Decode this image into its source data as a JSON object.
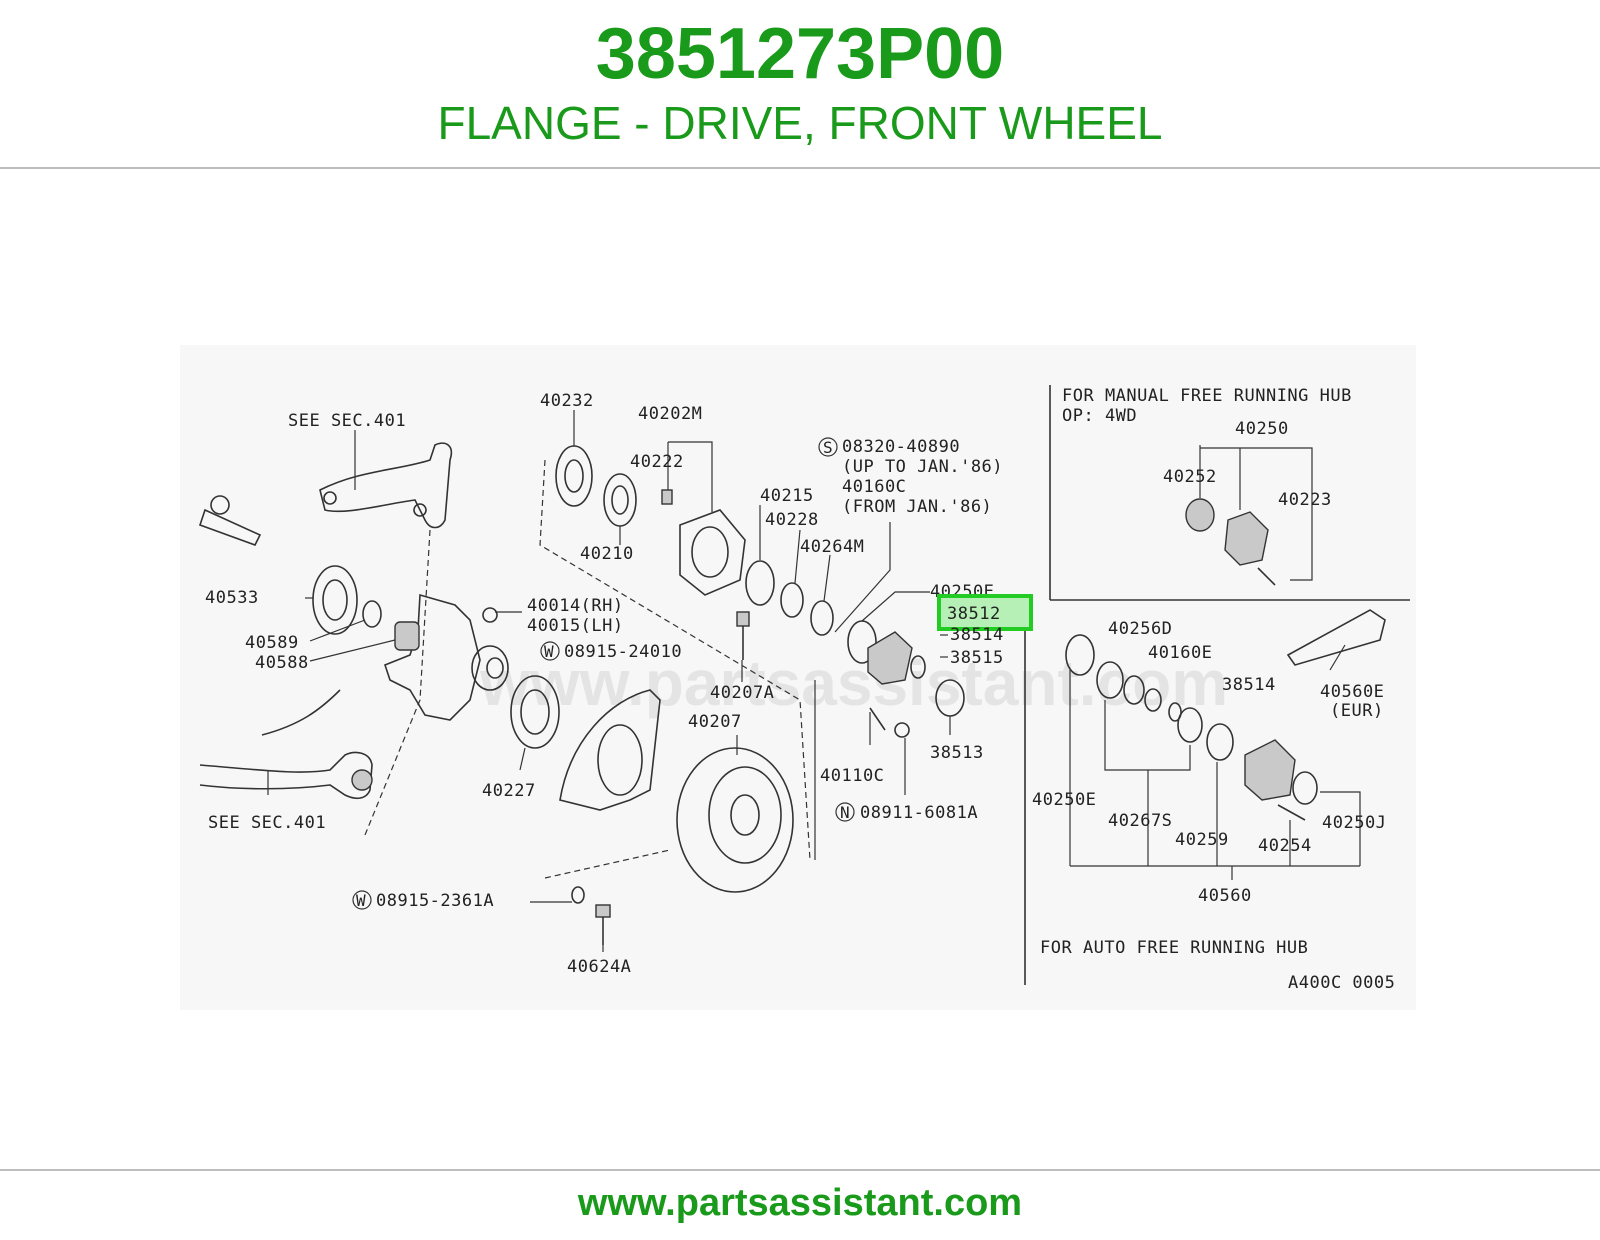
{
  "header": {
    "part_number": "3851273P00",
    "part_name": "FLANGE - DRIVE, FRONT WHEEL"
  },
  "footer": {
    "url": "www.partsassistant.com"
  },
  "diagram": {
    "watermark": "www.partsassistant.com",
    "drawing_code": "A400C 0005",
    "highlight_color": "#22cc22",
    "brand_color": "#1a9a1a",
    "sections": {
      "manual_hub": "FOR MANUAL FREE RUNNING HUB",
      "manual_hub_op": "OP: 4WD",
      "auto_hub": "FOR AUTO FREE RUNNING HUB"
    },
    "labels": {
      "see_sec_top": "SEE SEC.401",
      "see_sec_bottom": "SEE SEC.401",
      "p40232": "40232",
      "p40202m": "40202M",
      "p40222": "40222",
      "p40215": "40215",
      "p40228": "40228",
      "p40264m": "40264M",
      "p40210": "40210",
      "s08320": "08320-40890",
      "up_to_jan86": "(UP TO JAN.'86)",
      "p40160c": "40160C",
      "from_jan86": "(FROM JAN.'86)",
      "p40250e_top": "40250E",
      "p38512": "38512",
      "p38514_top": "38514",
      "p38515": "38515",
      "p40533": "40533",
      "p40014": "40014(RH)",
      "p40015": "40015(LH)",
      "p40589": "40589",
      "p40588": "40588",
      "w08915_24010": "08915-24010",
      "p40207a": "40207A",
      "p40207": "40207",
      "p40227": "40227",
      "p40110c": "40110C",
      "p38513": "38513",
      "n08911": "08911-6081A",
      "w08915_2361a": "08915-2361A",
      "p40624a": "40624A",
      "p40250": "40250",
      "p40252": "40252",
      "p40223": "40223",
      "p40256d": "40256D",
      "p40160e": "40160E",
      "p38514_right": "38514",
      "p40560e": "40560E",
      "eur": "(EUR)",
      "p40250e_right": "40250E",
      "p40267s": "40267S",
      "p40259": "40259",
      "p40254": "40254",
      "p40250j": "40250J",
      "p40560": "40560"
    },
    "symbols": {
      "s": "S",
      "w": "W",
      "n": "N"
    }
  }
}
